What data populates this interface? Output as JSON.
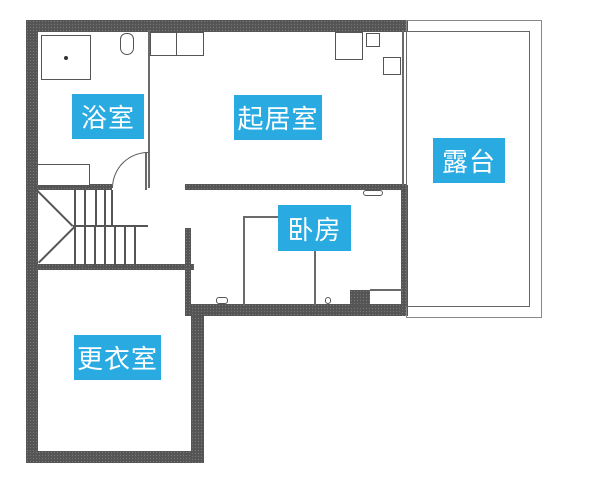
{
  "floor_plan": {
    "rooms": [
      {
        "id": "bathroom",
        "label": "浴室"
      },
      {
        "id": "living-room",
        "label": "起居室"
      },
      {
        "id": "terrace",
        "label": "露台"
      },
      {
        "id": "bedroom",
        "label": "卧房"
      },
      {
        "id": "dressing-room",
        "label": "更衣室"
      }
    ],
    "colors": {
      "label_background": "#29abe2",
      "label_text": "#ffffff",
      "wall": "#555555",
      "background": "#ffffff"
    }
  }
}
